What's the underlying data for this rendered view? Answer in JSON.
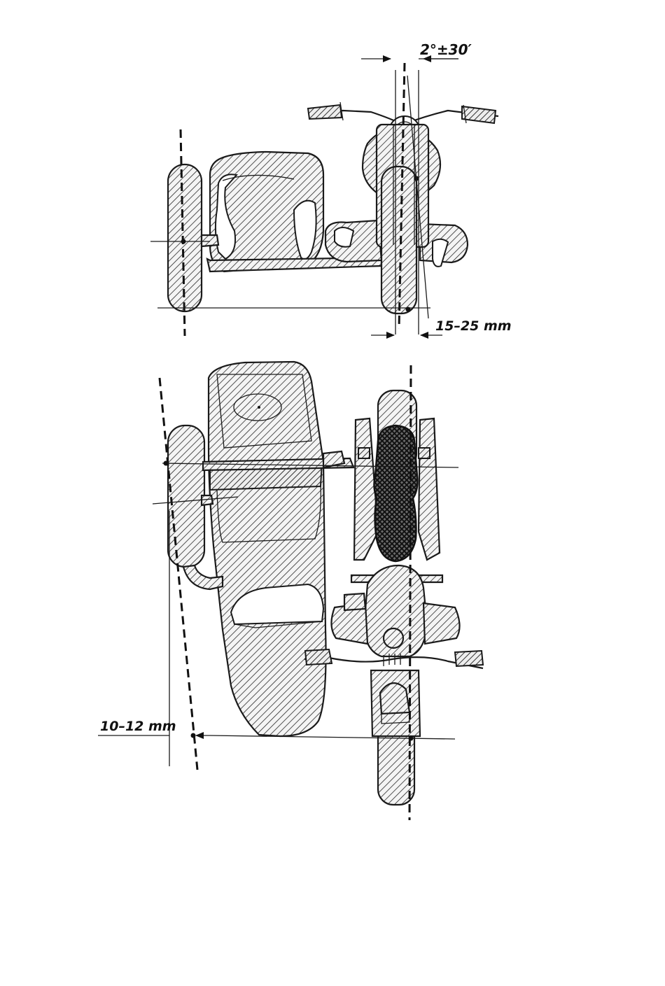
{
  "top_view": {
    "angle_label": "2°±30′",
    "offset_label": "15–25 mm"
  },
  "bottom_view": {
    "offset_label": "10–12 mm"
  }
}
